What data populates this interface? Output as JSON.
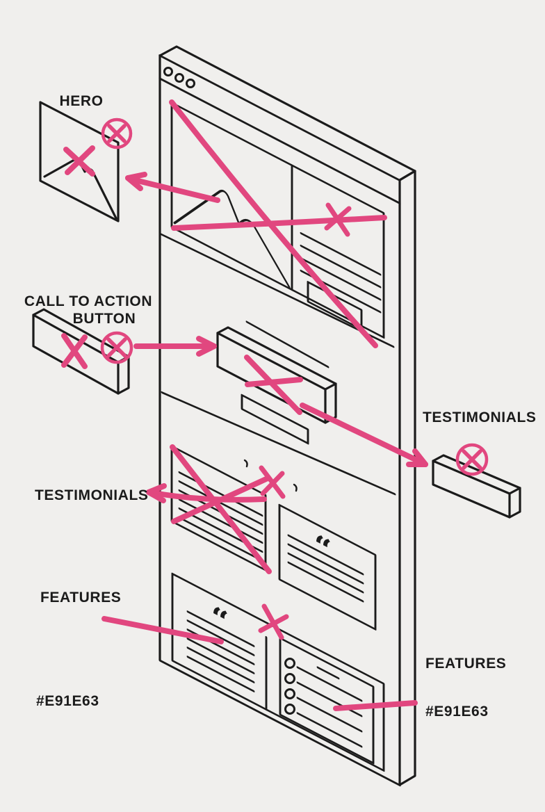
{
  "colors": {
    "background": "#f0efed",
    "ink": "#1b1b1b",
    "accent_stroke": "#e1477f",
    "accent_hex_labelled": "#E91E63"
  },
  "labels": {
    "hero": "HERO",
    "cta_line1": "CALL TO ACTION",
    "cta_line2": "BUTTON",
    "testimonials_right": "TESTIMONIALS",
    "testimonials_left": "TESTIMONIALS",
    "features_left": "FEATURES",
    "features_right": "FEATURES",
    "hex_left": "#E91E63",
    "hex_right": "#E91E63"
  },
  "glyphs": {
    "open_quote": "“"
  },
  "wireframe": {
    "type": "isometric-browser-window",
    "sections": [
      "hero",
      "call-to-action",
      "testimonials",
      "features"
    ],
    "chrome_dots": 3,
    "annotation_markers": {
      "circled_x_count": 3,
      "x_mark_count": 7,
      "arrow_count": 4,
      "pointer_line_count": 2
    }
  }
}
